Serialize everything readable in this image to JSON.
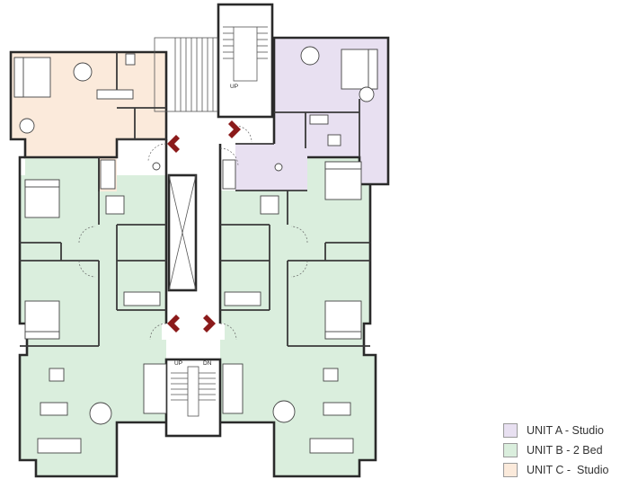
{
  "colors": {
    "unit_a": "#e8e0f1",
    "unit_b": "#daeedd",
    "unit_c": "#fbeadb",
    "arrow": "#8b1a1a",
    "wall": "#2a2a2a"
  },
  "stairs": {
    "top_label": "UP",
    "bottom_up_label": "UP",
    "bottom_dn_label": "DN"
  },
  "legend": [
    {
      "label": "UNIT A - Studio",
      "color": "#e8e0f1"
    },
    {
      "label": "UNIT B - 2 Bed",
      "color": "#daeedd"
    },
    {
      "label": "UNIT C -  Studio",
      "color": "#fbeadb"
    }
  ]
}
